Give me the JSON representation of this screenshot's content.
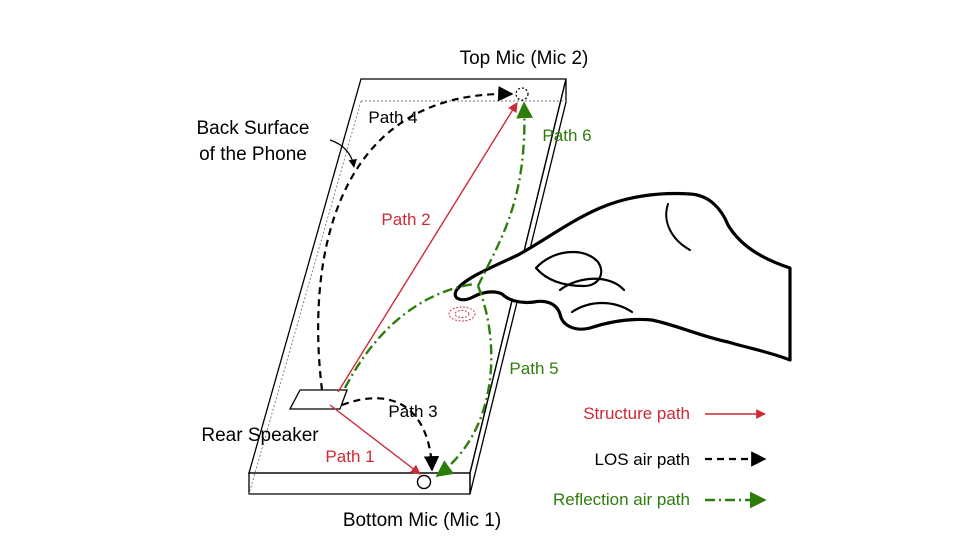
{
  "labels": {
    "top_mic": "Top Mic (Mic 2)",
    "bottom_mic": "Bottom Mic (Mic 1)",
    "back_surface_line1": "Back Surface",
    "back_surface_line2": "of the Phone",
    "rear_speaker": "Rear Speaker",
    "path1": "Path 1",
    "path2": "Path 2",
    "path3": "Path 3",
    "path4": "Path 4",
    "path5": "Path 5",
    "path6": "Path 6"
  },
  "legend": [
    {
      "label": "Structure path",
      "style": "solid",
      "color": "#cc2a36"
    },
    {
      "label": "LOS air path",
      "style": "dashed",
      "color": "#000000"
    },
    {
      "label": "Reflection air path",
      "style": "dash-dot",
      "color": "#2e7d0c"
    }
  ],
  "colors": {
    "structure": "#cc2a36",
    "los": "#000000",
    "reflection": "#2e7d0c",
    "outline": "#000000"
  }
}
